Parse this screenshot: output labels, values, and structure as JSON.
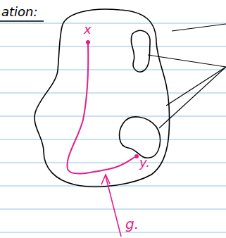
{
  "diagram": {
    "labels": [
      "ation:",
      "x",
      "y.",
      "g."
    ]
  }
}
